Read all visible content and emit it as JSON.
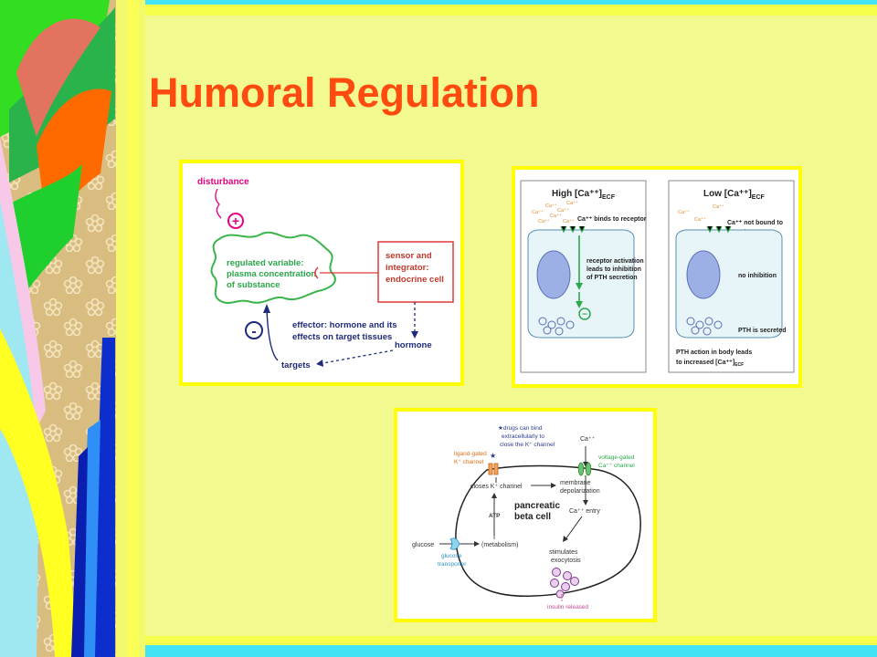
{
  "slide": {
    "title": "Humoral Regulation"
  },
  "colors": {
    "title": "#ff4a10",
    "background": "#f2f98e",
    "panel_border": "#ffff00"
  },
  "feedback_diagram": {
    "disturbance": "disturbance",
    "plus_sign": "+",
    "minus_sign": "-",
    "regulated_variable": [
      "regulated variable:",
      "plasma concentration",
      "of substance"
    ],
    "sensor": [
      "sensor and",
      "integrator:",
      "endocrine cell"
    ],
    "effector": [
      "effector: hormone and its",
      "effects on target tissues"
    ],
    "hormone": "hormone",
    "targets": "targets"
  },
  "calcium_diagram": {
    "high_title": "High [Ca⁺⁺]",
    "high_sub": "ECF",
    "low_title": "Low [Ca⁺⁺]",
    "low_sub": "ECF",
    "ion": "Ca⁺⁺",
    "binds_label": "Ca⁺⁺ binds to receptor",
    "activation_label": [
      "receptor activation",
      "leads to inhibition",
      "of PTH secretion"
    ],
    "not_bound_label": [
      "Ca⁺⁺ not bound to",
      "receptor"
    ],
    "no_inhibition": "no inhibition",
    "pth_secreted": "PTH is secreted",
    "pth_action": [
      "PTH action in body leads",
      "to increased [Ca⁺⁺]"
    ],
    "pth_action_sub": "ECF",
    "minus_sign": "−"
  },
  "beta_cell_diagram": {
    "drugs_note": [
      "★drugs can bind",
      "extracellularly to",
      "close the K⁺ channel"
    ],
    "ca_top": "Ca⁺⁺",
    "ligand_gated": [
      "ligand-gated",
      "K⁺ channel"
    ],
    "star": "★",
    "voltage_gated": [
      "voltage-gated",
      "Ca⁺⁺ channel"
    ],
    "closes_k": "closes K⁺ channel",
    "membrane_depol": [
      "membrane",
      "depolarization"
    ],
    "cell_label": [
      "pancreatic",
      "beta cell"
    ],
    "ca_entry": "Ca⁺⁺ entry",
    "atp": "ATP",
    "glucose": "glucose",
    "metabolism": "(metabolism)",
    "glucose_transporter": [
      "glucose",
      "transporter"
    ],
    "stimulates": [
      "stimulates",
      "exocytosis"
    ],
    "insulin_released": "insulin released"
  }
}
